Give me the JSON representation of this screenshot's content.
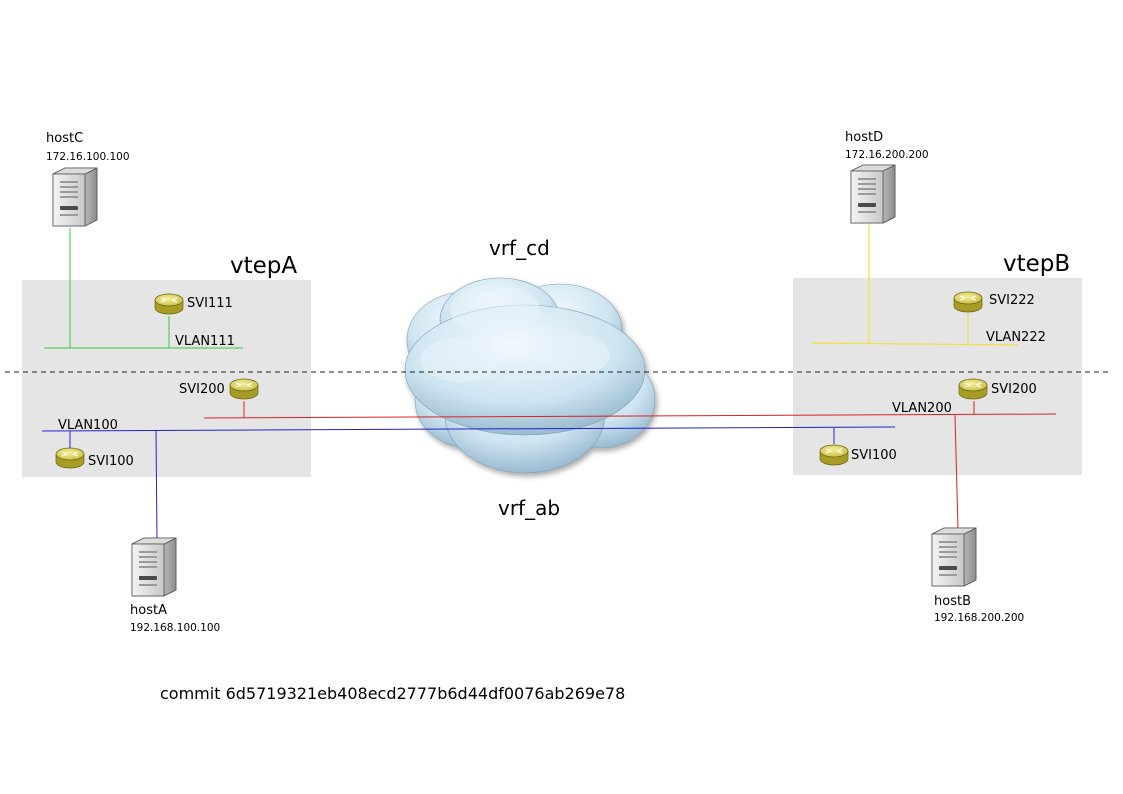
{
  "vtep_a": {
    "title": "vtepA",
    "svi111": "SVI111",
    "vlan111": "VLAN111",
    "svi200": "SVI200",
    "vlan100": "VLAN100",
    "svi100": "SVI100"
  },
  "vtep_b": {
    "title": "vtepB",
    "svi222": "SVI222",
    "vlan222": "VLAN222",
    "svi200": "SVI200",
    "vlan200": "VLAN200",
    "svi100": "SVI100"
  },
  "hosts": {
    "host_c": {
      "name": "hostC",
      "ip": "172.16.100.100"
    },
    "host_d": {
      "name": "hostD",
      "ip": "172.16.200.200"
    },
    "host_a": {
      "name": "hostA",
      "ip": "192.168.100.100"
    },
    "host_b": {
      "name": "hostB",
      "ip": "192.168.200.200"
    }
  },
  "cloud": {
    "vrf_top": "vrf_cd",
    "vrf_bottom": "vrf_ab"
  },
  "footer": {
    "commit": "commit 6d5719321eb408ecd2777b6d44df0076ab269e78"
  },
  "colors": {
    "green": "#33cc33",
    "yellow": "#f0e040",
    "red": "#dd2222",
    "blue": "#2222cc",
    "box": "#e5e5e5"
  },
  "icons": {
    "router": "router-icon",
    "server": "server-icon",
    "cloud": "cloud-icon"
  }
}
